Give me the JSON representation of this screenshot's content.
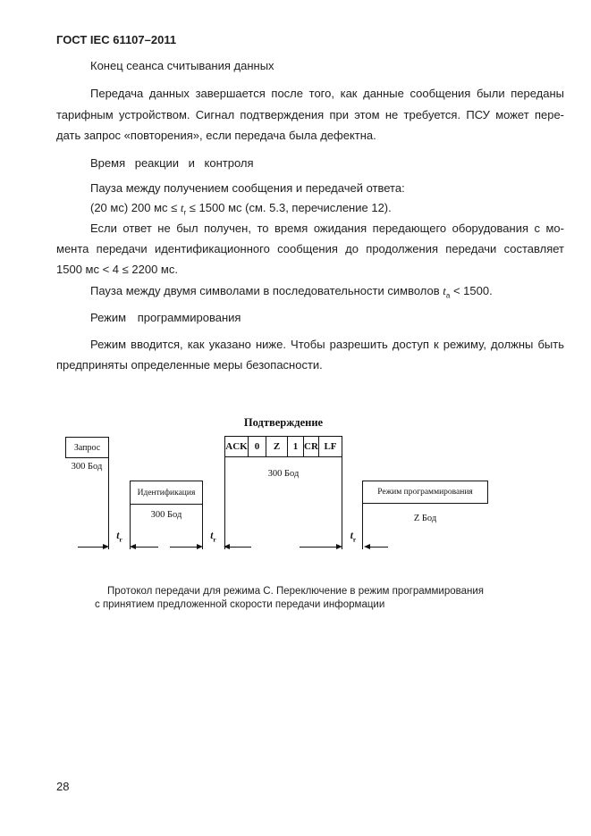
{
  "header": {
    "title": "ГОСТ IEC 61107–2011"
  },
  "body": {
    "s1_title": "Конец сеанса считывания данных",
    "p1_l1": "Передача данных завершается после того, как данные сообщения были переданы",
    "p1_l2": "тарифным устройством. Сигнал подтверждения при этом не требуется. ПСУ может пере-",
    "p1_l3": "дать запрос «повторения», если передача была дефектна.",
    "s2_title": "Время реакции и контроля",
    "p2": "Пауза между получением сообщения и передачей ответа:",
    "p3_pre": "(20 мс) 200 мс ≤ ",
    "p3_var": "t",
    "p3_sub": "r",
    "p3_post": " ≤ 1500 мс (см. 5.3, перечисление 12).",
    "p4_l1": "Если ответ не был получен, то время ожидания передающего оборудования с мо-",
    "p4_l2": "мента передачи идентификационного сообщения до продолжения передачи составляет",
    "p4_l3": "1500 мс < 4 ≤ 2200 мс.",
    "p5_pre": "Пауза между двумя символами в последовательности символов ",
    "p5_var": "t",
    "p5_sub": "a",
    "p5_post": " < 1500.",
    "s3_title": "Режим программирования",
    "p6_l1": "Режим вводится, как указано ниже. Чтобы разрешить доступ к режиму, должны быть",
    "p6_l2": "предприняты определенные меры безопасности."
  },
  "figure": {
    "title": "Подтверждение",
    "pulse_request": {
      "label": "Запрос",
      "baud": "300 Бод"
    },
    "pulse_identification": {
      "label": "Идентификация",
      "baud": "300 Бод"
    },
    "pulse_ack": {
      "cells": [
        "ACK",
        "0",
        "Z",
        "1",
        "CR",
        "LF"
      ],
      "baud": "300 Бод"
    },
    "pulse_programming": {
      "label": "Режим программирования",
      "baud": "Z Бод"
    },
    "t_label": {
      "var": "t",
      "sub": "r"
    },
    "caption_l1": "Протокол передачи для режима C. Переключение в режим программирования",
    "caption_l2": "с принятием предложенной скорости передачи информации"
  },
  "footer": {
    "page_number": "28"
  },
  "colors": {
    "ink": "#1e1e1e",
    "background": "#ffffff"
  }
}
